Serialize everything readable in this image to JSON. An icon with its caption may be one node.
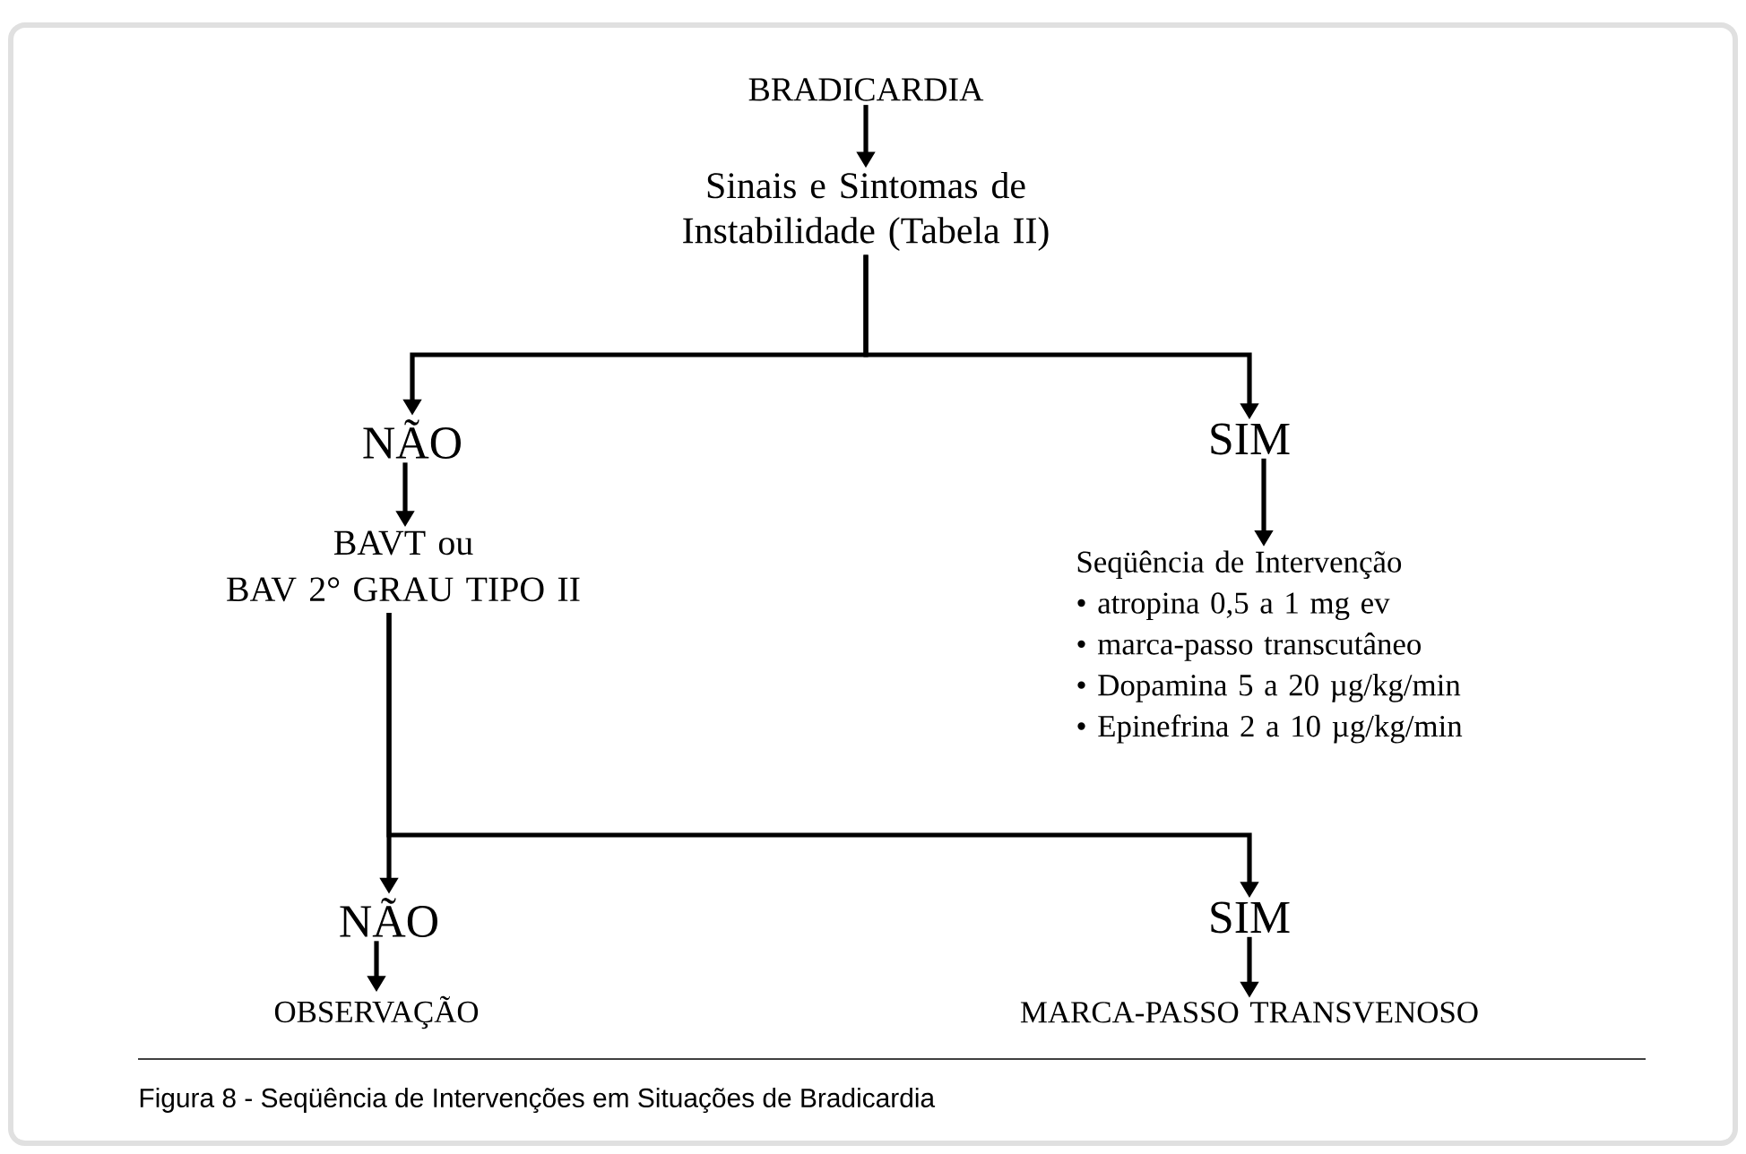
{
  "diagram": {
    "caption": "Figura 8 - Seqüência de Intervenções em Situações de Bradicardia",
    "nodes": [
      {
        "text": [
          "BRADICARDIA"
        ]
      },
      {
        "text": [
          "Sinais e Sintomas de Instabilidade (Tabela II)"
        ]
      },
      {
        "text": [
          "NÃO"
        ]
      },
      {
        "text": [
          "SIM"
        ]
      },
      {
        "text": [
          "BAVT ou",
          "BAV 2° GRAU TIPO II"
        ]
      },
      {
        "text": [
          "Seqüência de Intervenção",
          "• atropina 0,5 a 1 mg ev",
          "• marca-passo transcutâneo",
          "• Dopamina 5 a 20 µg/kg/min",
          "• Epinefrina 2 a 10 µg/kg/min"
        ]
      },
      {
        "text": [
          "NÃO"
        ]
      },
      {
        "text": [
          "SIM"
        ]
      },
      {
        "text": [
          "OBSERVAÇÃO"
        ]
      },
      {
        "text": [
          "MARCA-PASSO TRANSVENOSO"
        ]
      }
    ],
    "edges": [
      {
        "from": 0,
        "to": 1,
        "arrow": "to"
      },
      {
        "from": 1,
        "to": 2,
        "arrow": "to"
      },
      {
        "from": 1,
        "to": 3,
        "arrow": "to"
      },
      {
        "from": 2,
        "to": 4,
        "arrow": "to"
      },
      {
        "from": 3,
        "to": 5,
        "arrow": "to"
      },
      {
        "from": 4,
        "to": 6,
        "arrow": "to"
      },
      {
        "from": 4,
        "to": 7,
        "arrow": "to"
      },
      {
        "from": 6,
        "to": 8,
        "arrow": "to"
      },
      {
        "from": 7,
        "to": 9,
        "arrow": "to"
      }
    ]
  }
}
